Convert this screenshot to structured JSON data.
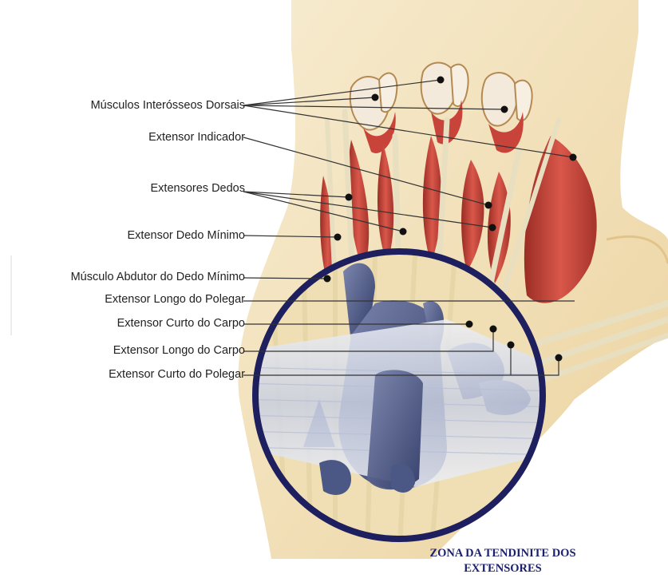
{
  "labels": [
    "Músculos Interósseos Dorsais",
    "Extensor Indicador",
    "Extensores Dedos",
    "Extensor Dedo Mínimo",
    "Músculo Abdutor do Dedo Mínimo",
    "Extensor Longo do Polegar",
    "Extensor Curto do Carpo",
    "Extensor Longo do Carpo",
    "Extensor Curto do Polegar"
  ],
  "caption": {
    "line1": "ZONA DA TENDINITE DOS",
    "line2": "EXTENSORES"
  },
  "colors": {
    "skin": "#f3e4bd",
    "muscle": "#c8433a",
    "muscle_dark": "#8e2a22",
    "tendon": "#ece6cf",
    "bone": "#f4eadb",
    "retinaculum": "#4a5781",
    "bandage": "#d7dbe8",
    "zone_circle": "#1d1f5e",
    "caption": "#1a1f6e",
    "leader_line": "#333333"
  }
}
